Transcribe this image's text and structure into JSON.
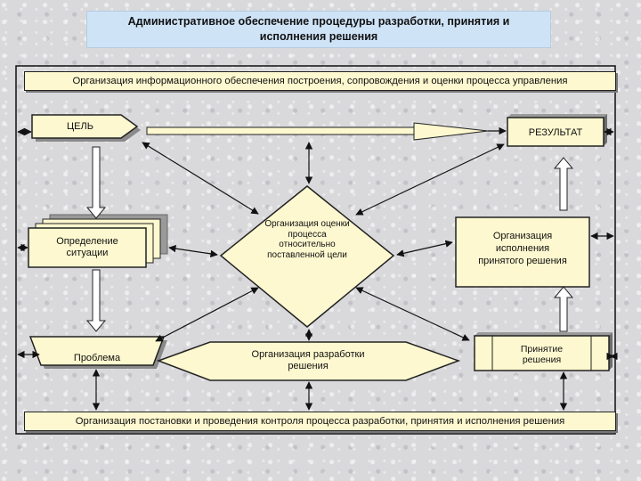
{
  "title": {
    "line1": "Административное обеспечение процедуры разработки, принятия и",
    "line2": "исполнения решения"
  },
  "top_band": "Организация информационного обеспечения построения, сопровождения и оценки процесса управления",
  "bottom_band": "Организация постановки и проведения контроля процесса разработки, принятия и исполнения решения",
  "nodes": {
    "goal": "ЦЕЛЬ",
    "result": "РЕЗУЛЬТАТ",
    "situation": {
      "line1": "Определение",
      "line2": "ситуации"
    },
    "evaluation": {
      "line1": "Организация оценки",
      "line2": "процесса",
      "line3": "относительно",
      "line4": "поставленной цели"
    },
    "execution": {
      "line1": "Организация",
      "line2": "исполнения",
      "line3": "принятого решения"
    },
    "problem": "Проблема",
    "development": {
      "line1": "Организация разработки",
      "line2": "решения"
    },
    "decision": {
      "line1": "Принятие",
      "line2": "решения"
    }
  },
  "colors": {
    "fill": "#fdf8cf",
    "stroke": "#222222",
    "shadow": "#8a8a8a",
    "title_bg": "#cfe3f7"
  }
}
